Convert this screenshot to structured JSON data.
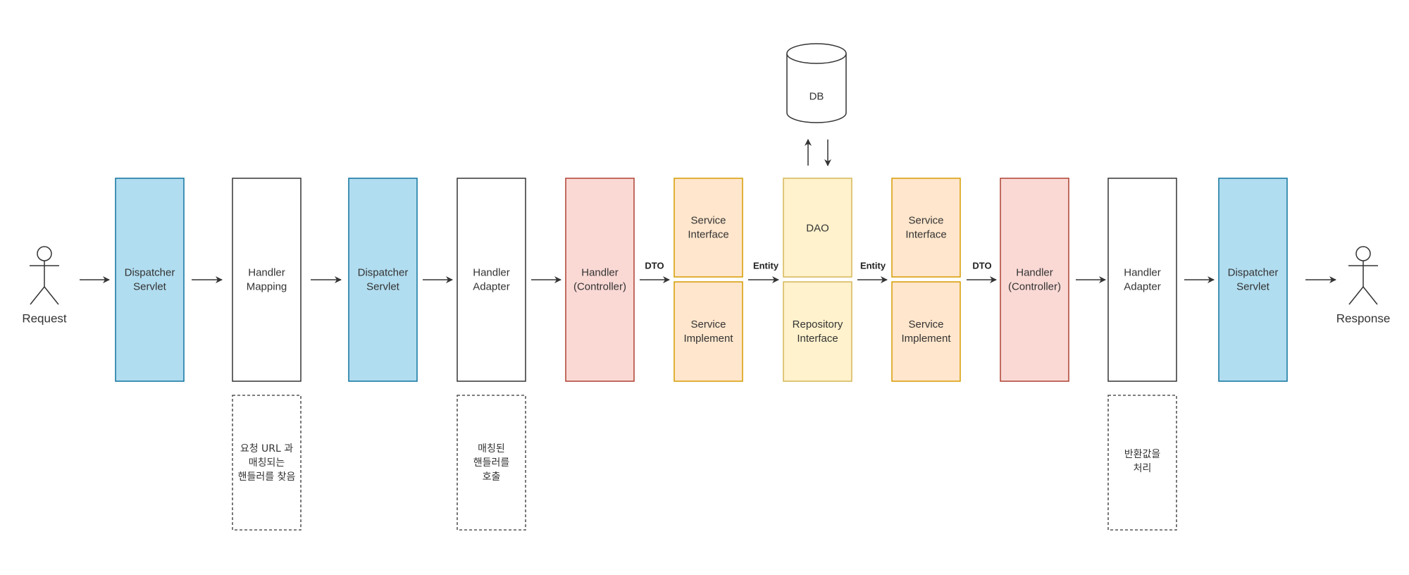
{
  "actors": {
    "request": "Request",
    "response": "Response"
  },
  "db": {
    "label": "DB"
  },
  "boxes": [
    {
      "id": "dispatcher1",
      "lines": [
        "Dispatcher",
        "Servlet"
      ],
      "kind": "dispatcher"
    },
    {
      "id": "mapping",
      "lines": [
        "Handler",
        "Mapping"
      ],
      "kind": "plain"
    },
    {
      "id": "dispatcher2",
      "lines": [
        "Dispatcher",
        "Servlet"
      ],
      "kind": "dispatcher"
    },
    {
      "id": "adapter1",
      "lines": [
        "Handler",
        "Adapter"
      ],
      "kind": "plain"
    },
    {
      "id": "controller1",
      "lines": [
        "Handler",
        "(Controller)"
      ],
      "kind": "controller"
    },
    {
      "id": "service-interface1",
      "lines": [
        "Service",
        "Interface"
      ],
      "kind": "service"
    },
    {
      "id": "service-implement1",
      "lines": [
        "Service",
        "Implement"
      ],
      "kind": "service"
    },
    {
      "id": "dao",
      "lines": [
        "DAO"
      ],
      "kind": "data"
    },
    {
      "id": "repository-interface",
      "lines": [
        "Repository",
        "Interface"
      ],
      "kind": "data"
    },
    {
      "id": "service-interface2",
      "lines": [
        "Service",
        "Interface"
      ],
      "kind": "service"
    },
    {
      "id": "service-implement2",
      "lines": [
        "Service",
        "Implement"
      ],
      "kind": "service"
    },
    {
      "id": "controller2",
      "lines": [
        "Handler",
        "(Controller)"
      ],
      "kind": "controller"
    },
    {
      "id": "adapter2",
      "lines": [
        "Handler",
        "Adapter"
      ],
      "kind": "plain"
    },
    {
      "id": "dispatcher3",
      "lines": [
        "Dispatcher",
        "Servlet"
      ],
      "kind": "dispatcher"
    }
  ],
  "notes": [
    {
      "id": "mapping-note",
      "lines": [
        "요청 URL 과",
        "매칭되는",
        "핸들러를 찾음"
      ]
    },
    {
      "id": "adapter-note",
      "lines": [
        "매칭된",
        "핸들러를",
        "호출"
      ]
    },
    {
      "id": "result-note",
      "lines": [
        "반환값을",
        "처리"
      ]
    }
  ],
  "edge_labels": {
    "dto_in": "DTO",
    "entity_in": "Entity",
    "entity_out": "Entity",
    "dto_out": "DTO"
  },
  "colors": {
    "dispatcher_fill": "#b1ddf0",
    "dispatcher_stroke": "#10739e",
    "controller_fill": "#fad9d5",
    "controller_stroke": "#ae4132",
    "service_fill": "#ffe6cc",
    "service_stroke": "#d79b00",
    "data_fill": "#fff2cc",
    "data_stroke": "#d6b656",
    "plain_fill": "#ffffff",
    "plain_stroke": "#333333",
    "arrow": "#333333"
  }
}
